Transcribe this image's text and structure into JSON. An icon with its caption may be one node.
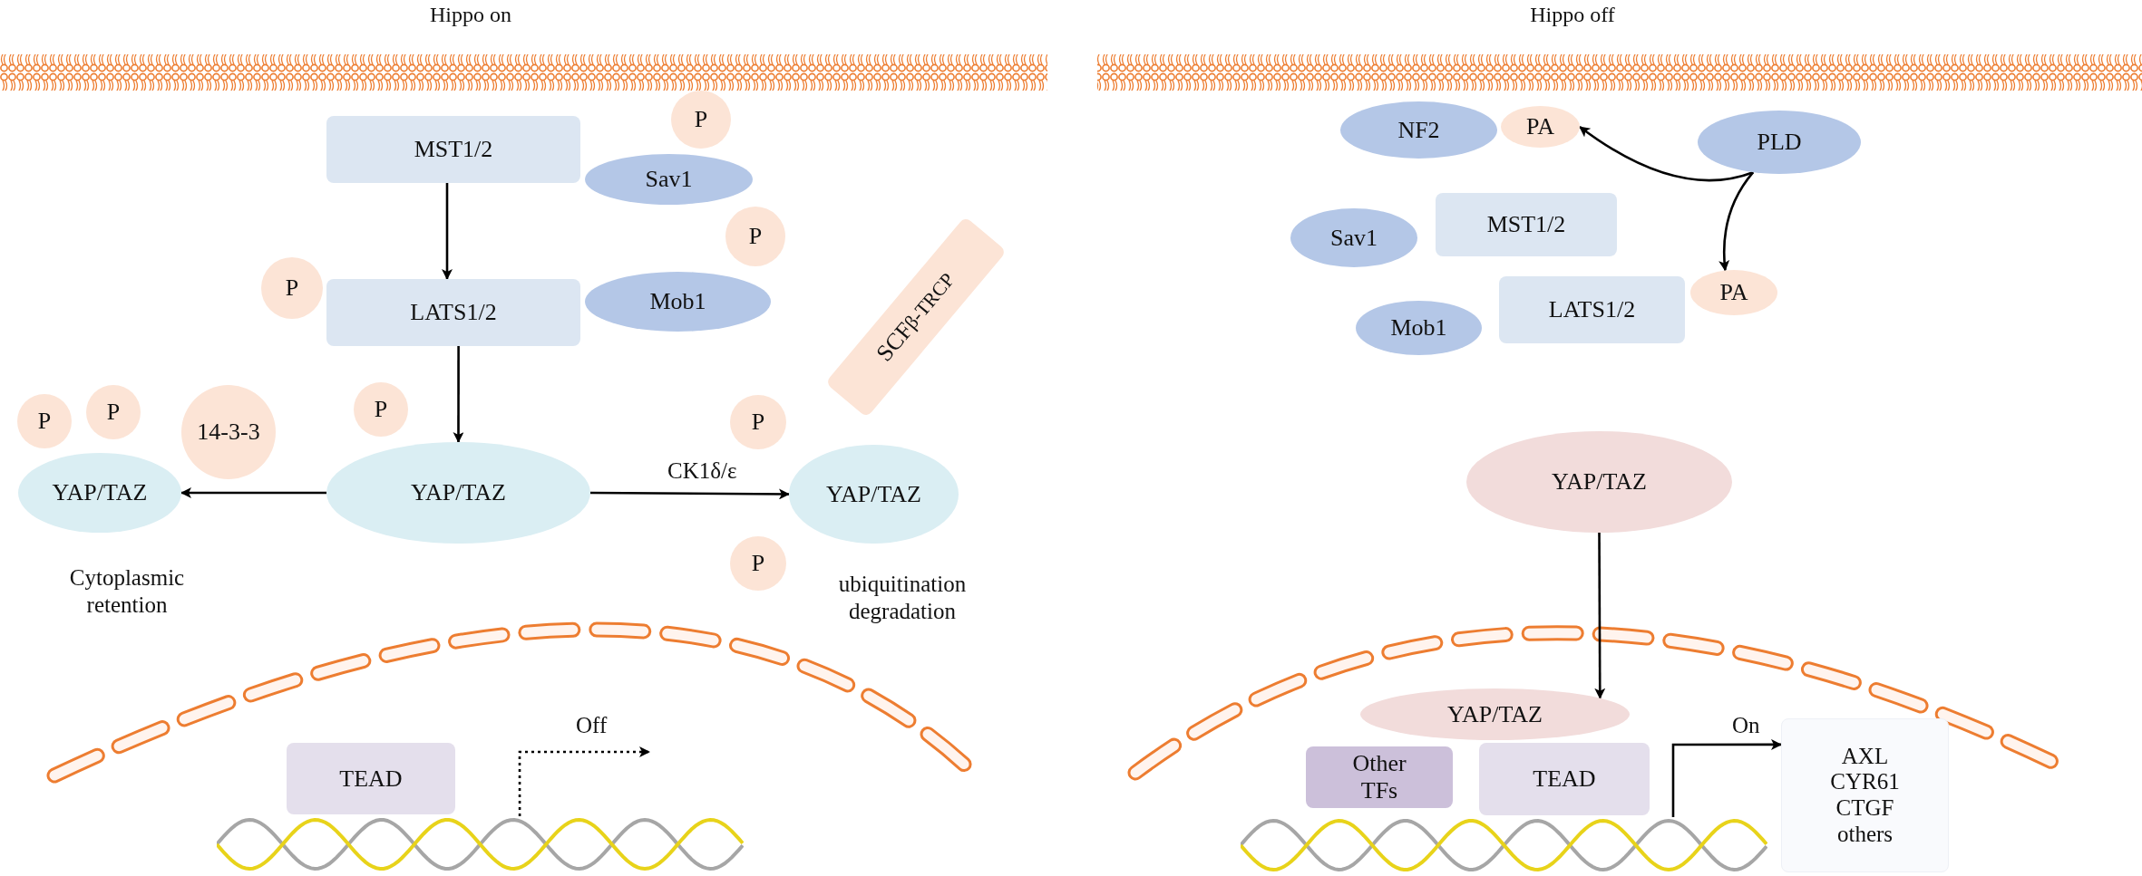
{
  "diagram": {
    "nodes": [
      {
        "text": [
          "MST1/2"
        ]
      },
      {
        "text": [
          "Sav1"
        ]
      },
      {
        "text": [
          "P"
        ]
      },
      {
        "text": [
          "P"
        ]
      },
      {
        "text": [
          "LATS1/2"
        ]
      },
      {
        "text": [
          "Mob1"
        ]
      },
      {
        "text": [
          "P"
        ]
      },
      {
        "text": [
          "P"
        ]
      },
      {
        "text": [
          "P"
        ]
      },
      {
        "text": [
          "14-3-3"
        ]
      },
      {
        "text": [
          "YAP/TAZ"
        ],
        "beside": [
          "Cytoplasmic retention"
        ]
      },
      {
        "text": [
          "P"
        ]
      },
      {
        "text": [
          "YAP/TAZ"
        ]
      },
      {
        "text": [
          "SCF$^{β-TRCP}$"
        ]
      },
      {
        "text": [
          "P"
        ]
      },
      {
        "text": [
          "YAP/TAZ"
        ],
        "beside": [
          "ubiquitination degradation"
        ]
      },
      {
        "text": [
          "P"
        ]
      },
      {
        "text": [
          "TEAD"
        ]
      },
      {
        "text": [],
        "shape": "picture"
      },
      {
        "text": [
          "NF2"
        ]
      },
      {
        "text": [
          "PA"
        ]
      },
      {
        "text": [
          "PLD"
        ]
      },
      {
        "text": [
          "Sav1"
        ]
      },
      {
        "text": [
          "MST1/2"
        ]
      },
      {
        "text": [
          "Mob1"
        ]
      },
      {
        "text": [
          "LATS1/2"
        ]
      },
      {
        "text": [
          "PA"
        ]
      },
      {
        "text": [
          "YAP/TAZ"
        ]
      },
      {
        "text": [
          "YAP/TAZ"
        ]
      },
      {
        "text": [
          "Other TFs"
        ]
      },
      {
        "text": [
          "TEAD"
        ]
      },
      {
        "text": [],
        "shape": "picture"
      },
      {
        "text": [
          "AXL CYR61 CTGF others"
        ]
      }
    ],
    "edges": [
      {
        "from": 0,
        "to": 4,
        "arrow": "to"
      },
      {
        "from": 4,
        "to": 12,
        "arrow": "to"
      },
      {
        "from": 12,
        "to": 10,
        "arrow": "to"
      },
      {
        "from": 12,
        "to": 15,
        "arrow": "to",
        "label": "CK1δ/ε"
      },
      {
        "from": 18,
        "to": null,
        "arrow": "to",
        "label": "Off",
        "style": "dashed"
      },
      {
        "from": 21,
        "to": 20,
        "arrow": "to"
      },
      {
        "from": 21,
        "to": 26,
        "arrow": "to"
      },
      {
        "from": 27,
        "to": 28,
        "arrow": "to"
      },
      {
        "from": 31,
        "to": 32,
        "arrow": "to",
        "label": "On"
      }
    ],
    "labels": [
      "Hippo on",
      "Hippo off"
    ]
  }
}
